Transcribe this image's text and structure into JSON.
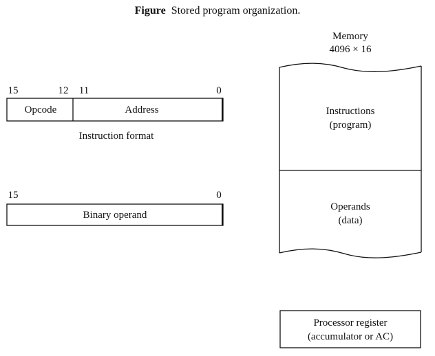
{
  "caption": {
    "label": "Figure",
    "text": "Stored program organization."
  },
  "memory": {
    "title": "Memory",
    "size": "4096 × 16",
    "instructions_line1": "Instructions",
    "instructions_line2": "(program)",
    "operands_line1": "Operands",
    "operands_line2": "(data)"
  },
  "instruction_format": {
    "bit_15": "15",
    "bit_12": "12",
    "bit_11": "11",
    "bit_0": "0",
    "opcode": "Opcode",
    "address": "Address",
    "caption": "Instruction format"
  },
  "binary_operand": {
    "bit_15": "15",
    "bit_0": "0",
    "label": "Binary operand"
  },
  "processor_register": {
    "line1": "Processor register",
    "line2": "(accumulator or AC)"
  }
}
